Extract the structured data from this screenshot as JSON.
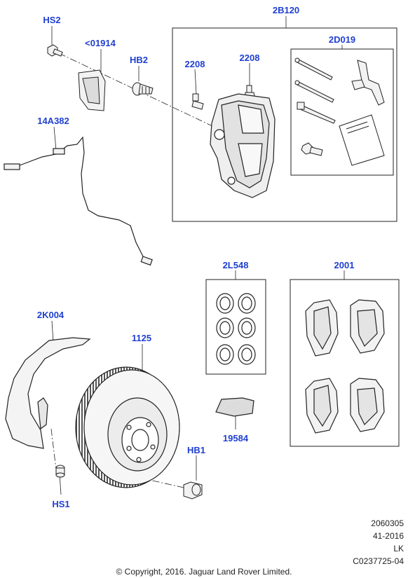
{
  "callouts": {
    "hs2": "HS2",
    "c01914": "<01914",
    "hb2": "HB2",
    "c2208a": "2208",
    "c2208b": "2208",
    "c2b120": "2B120",
    "c2d019": "2D019",
    "c14a382": "14A382",
    "c2l548": "2L548",
    "c2001": "2001",
    "c2k004": "2K004",
    "c1125": "1125",
    "c19584": "19584",
    "hb1": "HB1",
    "hs1": "HS1"
  },
  "meta": {
    "line1": "2060305",
    "line2": "41-2016",
    "line3": "LK",
    "line4": "C0237725-04"
  },
  "copyright": "© Copyright, 2016. Jaguar Land Rover Limited.",
  "colors": {
    "callout": "#1f3fd1",
    "line": "#222222",
    "part_fill": "#f2f2f2"
  }
}
